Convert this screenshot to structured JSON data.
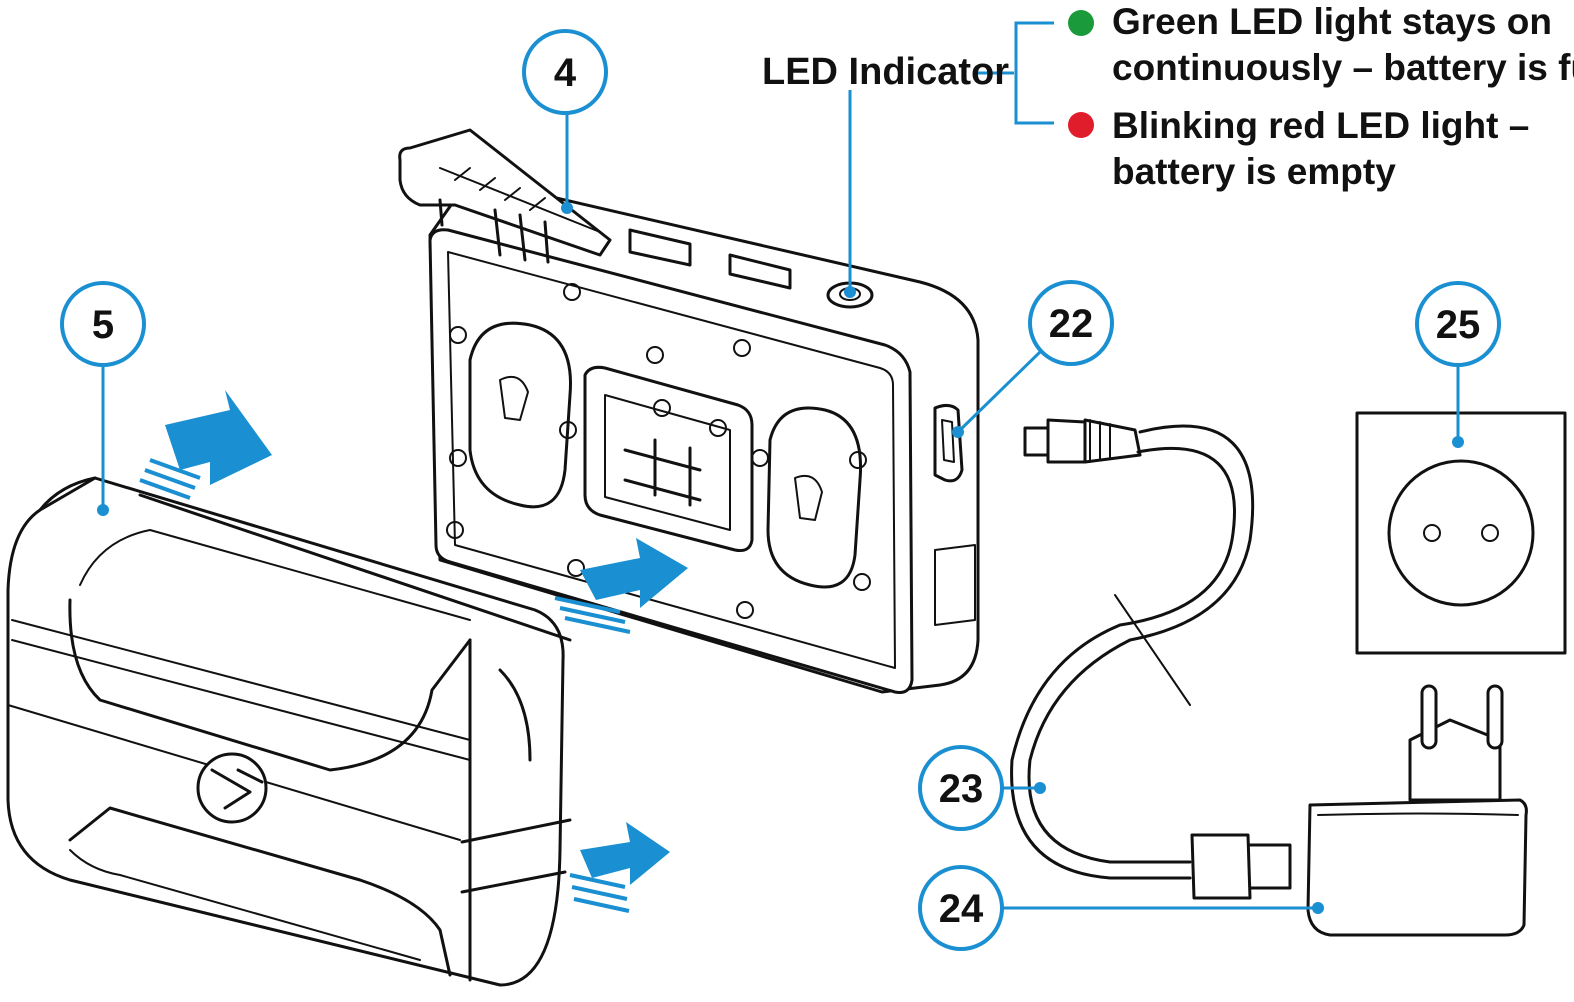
{
  "callouts": {
    "c4": "4",
    "c5": "5",
    "c22": "22",
    "c23": "23",
    "c24": "24",
    "c25": "25"
  },
  "led": {
    "label": "LED Indicator",
    "green_line1": "Green LED light stays on",
    "green_line2": "continuously – battery is full",
    "red_line1": "Blinking red LED light –",
    "red_line2": "battery is empty",
    "green_color": "#1a9a3a",
    "red_color": "#e01e2b"
  },
  "colors": {
    "accent": "#1a8fd1",
    "ink": "#111111"
  }
}
